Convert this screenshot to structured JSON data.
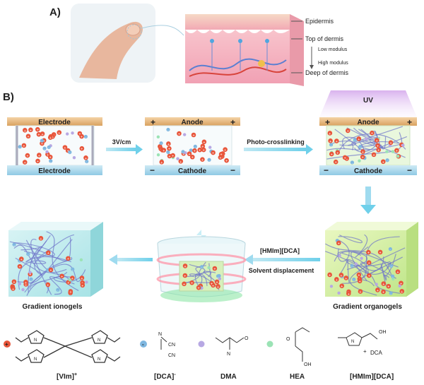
{
  "panel_a": {
    "label": "A)",
    "layers": [
      "Epidermis",
      "Top of dermis",
      "Low modulus",
      "High modulus",
      "Deep of dermis"
    ]
  },
  "panel_b": {
    "label": "B)",
    "cell1": {
      "top": "Electrode",
      "bottom": "Electrode"
    },
    "step1": "3V/cm",
    "cell2": {
      "top": "Anode",
      "bottom": "Cathode",
      "plus": "+",
      "minus": "−"
    },
    "step2": "Photo-crosslinking",
    "cell3": {
      "uv": "UV",
      "top": "Anode",
      "bottom": "Cathode",
      "plus": "+",
      "minus": "−"
    },
    "organogel_label": "Gradient organogels",
    "step3_top": "[HMIm][DCA]",
    "step3_bottom": "Solvent displacement",
    "ionogel_label": "Gradient ionogels"
  },
  "legend": {
    "items": [
      {
        "name": "[VIm]+",
        "sup": "+"
      },
      {
        "name": "[DCA]-"
      },
      {
        "name": "DMA"
      },
      {
        "name": "HEA"
      },
      {
        "name": "[HMIm][DCA]"
      }
    ],
    "labels": {
      "vim": "[VIm]",
      "vim_sup": "+",
      "dca": "[DCA]",
      "dca_sup": "-",
      "dma": "DMA",
      "hea": "HEA",
      "hmim": "[HMIm][DCA]",
      "dca_ion": "DCA"
    },
    "colors": {
      "cation": "#e8553a",
      "anion": "#7fb7e0",
      "dma": "#b7a8e3",
      "hea": "#9be3b5"
    }
  }
}
